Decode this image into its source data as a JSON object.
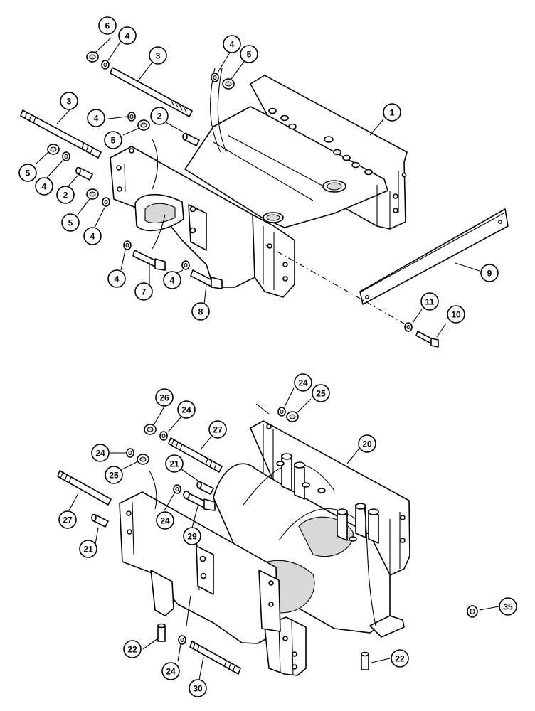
{
  "diagram": {
    "top_assembly_callouts": [
      "1",
      "2",
      "2",
      "3",
      "3",
      "4",
      "4",
      "4",
      "4",
      "4",
      "4",
      "5",
      "5",
      "5",
      "5",
      "6",
      "7",
      "8",
      "9",
      "10",
      "11"
    ],
    "bottom_assembly_callouts": [
      "20",
      "21",
      "21",
      "22",
      "22",
      "24",
      "24",
      "24",
      "24",
      "24",
      "25",
      "25",
      "26",
      "27",
      "27",
      "29",
      "30",
      "35"
    ]
  },
  "callouts": [
    {
      "id": "c1",
      "label": "1"
    },
    {
      "id": "c2a",
      "label": "2"
    },
    {
      "id": "c2b",
      "label": "2"
    },
    {
      "id": "c3a",
      "label": "3"
    },
    {
      "id": "c3b",
      "label": "3"
    },
    {
      "id": "c4a",
      "label": "4"
    },
    {
      "id": "c4b",
      "label": "4"
    },
    {
      "id": "c4c",
      "label": "4"
    },
    {
      "id": "c4d",
      "label": "4"
    },
    {
      "id": "c4e",
      "label": "4"
    },
    {
      "id": "c4f",
      "label": "4"
    },
    {
      "id": "c4g",
      "label": "4"
    },
    {
      "id": "c5a",
      "label": "5"
    },
    {
      "id": "c5b",
      "label": "5"
    },
    {
      "id": "c5c",
      "label": "5"
    },
    {
      "id": "c5d",
      "label": "5"
    },
    {
      "id": "c6",
      "label": "6"
    },
    {
      "id": "c7",
      "label": "7"
    },
    {
      "id": "c8",
      "label": "8"
    },
    {
      "id": "c9",
      "label": "9"
    },
    {
      "id": "c10",
      "label": "10"
    },
    {
      "id": "c11",
      "label": "11"
    },
    {
      "id": "c20",
      "label": "20"
    },
    {
      "id": "c21a",
      "label": "21"
    },
    {
      "id": "c21b",
      "label": "21"
    },
    {
      "id": "c22a",
      "label": "22"
    },
    {
      "id": "c22b",
      "label": "22"
    },
    {
      "id": "c24a",
      "label": "24"
    },
    {
      "id": "c24b",
      "label": "24"
    },
    {
      "id": "c24c",
      "label": "24"
    },
    {
      "id": "c24d",
      "label": "24"
    },
    {
      "id": "c24e",
      "label": "24"
    },
    {
      "id": "c25a",
      "label": "25"
    },
    {
      "id": "c25b",
      "label": "25"
    },
    {
      "id": "c26",
      "label": "26"
    },
    {
      "id": "c27a",
      "label": "27"
    },
    {
      "id": "c27b",
      "label": "27"
    },
    {
      "id": "c29",
      "label": "29"
    },
    {
      "id": "c30",
      "label": "30"
    },
    {
      "id": "c35",
      "label": "35"
    }
  ]
}
